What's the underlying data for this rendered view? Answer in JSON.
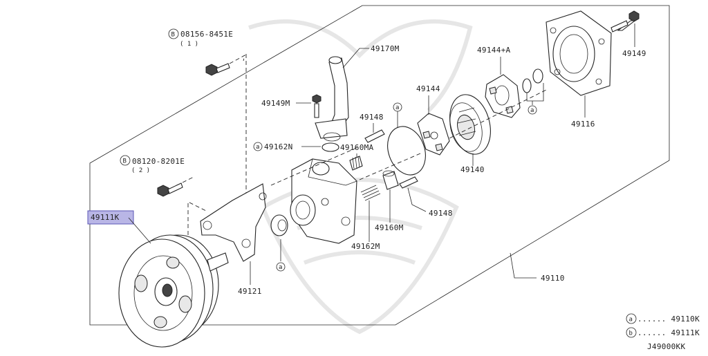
{
  "diagram": {
    "code": "J49000KK",
    "bolt_refs": {
      "upper": {
        "part": "08156-8451E",
        "qty": "( 1 )",
        "marker": "B"
      },
      "lower": {
        "part": "08120-8201E",
        "qty": "( 2 )",
        "marker": "B"
      }
    },
    "labels": {
      "p49170M": "49170M",
      "p49144A": "49144+A",
      "p49149": "49149",
      "p49149M": "49149M",
      "p49144": "49144",
      "p49148_top": "49148",
      "p49162N": "49162N",
      "p49160MA": "49160MA",
      "p49140": "49140",
      "p49116": "49116",
      "p49111K": "49111K",
      "p49121": "49121",
      "p49162M": "49162M",
      "p49160M": "49160M",
      "p49148_bot": "49148",
      "p49110": "49110"
    },
    "markers": {
      "a": "a",
      "b": "b"
    },
    "legend": [
      {
        "marker": "a",
        "text": "...... 49110K"
      },
      {
        "marker": "b",
        "text": "...... 49111K"
      }
    ],
    "highlight_color": "#b9b6e6"
  }
}
